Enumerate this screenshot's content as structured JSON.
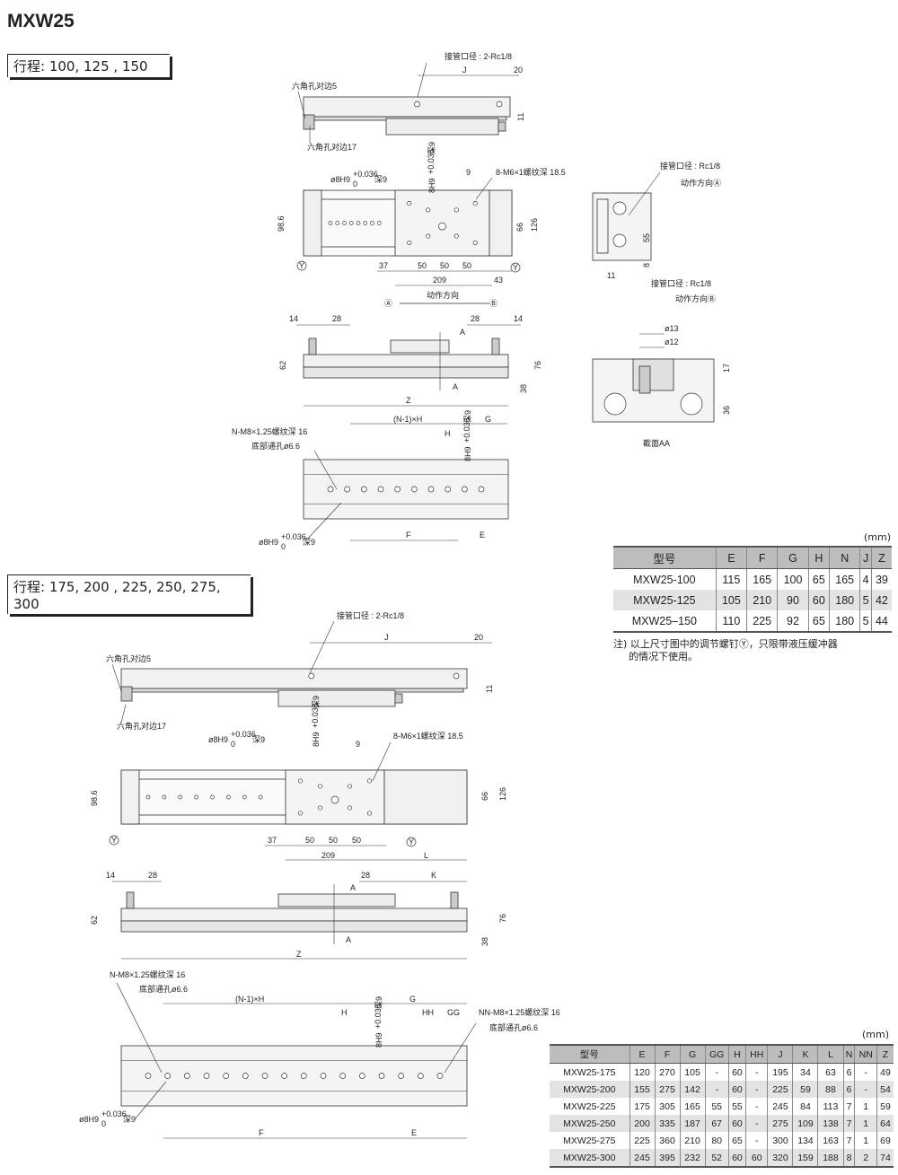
{
  "title": "MXW25",
  "stroke1": "行程: 100, 125 , 150",
  "stroke2": "行程: 175, 200 , 225, 250, 275, 300",
  "labels": {
    "port2": "接管口径 : 2-Rc1/8",
    "port1": "接管口径 : Rc1/8",
    "hex5": "六角孔对边5",
    "hex17": "六角孔对边17",
    "dir": "动作方向",
    "dirA": "动作方向Ⓐ",
    "dirB": "动作方向Ⓑ",
    "circA": "Ⓐ",
    "circB": "Ⓑ",
    "Y": "Y",
    "J": "J",
    "Z": "Z",
    "F": "F",
    "E": "E",
    "G": "G",
    "H": "H",
    "K": "K",
    "L": "L",
    "A": "A",
    "HH": "HH",
    "GG": "GG",
    "n20": "20",
    "n11": "11",
    "n9": "9",
    "n98": "98.6",
    "n66": "66",
    "n126": "126",
    "n37": "37",
    "n50": "50",
    "n209": "209",
    "n43": "43",
    "n55": "55",
    "n8": "8",
    "n14": "14",
    "n28": "28",
    "n62": "62",
    "n76": "76",
    "n38": "38",
    "d13": "ø13",
    "d12": "ø12",
    "n17": "17",
    "n36": "36",
    "sectionAA": "截面AA",
    "m6": "8-M6×1螺纹深 18.5",
    "m8": "N-M8×1.25螺纹深 16",
    "nnm8": "NN-M8×1.25螺纹深 16",
    "thru": "底部通孔ø6.6",
    "pitch": "(N-1)×H",
    "pin": "ø8H9",
    "pin_v": "8H9",
    "tol_up": "+0.036",
    "tol_lo": "0",
    "depth": "深9"
  },
  "table1": {
    "unit": "(mm)",
    "headers": [
      "型号",
      "E",
      "F",
      "G",
      "H",
      "N",
      "J",
      "Z"
    ],
    "rows": [
      [
        "MXW25-100",
        "115",
        "165",
        "100",
        "65",
        "165",
        "4",
        "39"
      ],
      [
        "MXW25-125",
        "105",
        "210",
        "90",
        "60",
        "180",
        "5",
        "42"
      ],
      [
        "MXW25–150",
        "110",
        "225",
        "92",
        "65",
        "180",
        "5",
        "44"
      ]
    ],
    "note1": "注) 以上尺寸图中的调节螺钉Ⓨ，只限带液压缓冲器",
    "note2": "的情况下使用。"
  },
  "table2": {
    "unit": "(mm)",
    "headers": [
      "型号",
      "E",
      "F",
      "G",
      "GG",
      "H",
      "HH",
      "J",
      "K",
      "L",
      "N",
      "NN",
      "Z"
    ],
    "rows": [
      [
        "MXW25-175",
        "120",
        "270",
        "105",
        "-",
        "60",
        "-",
        "195",
        "34",
        "63",
        "6",
        "-",
        "49"
      ],
      [
        "MXW25-200",
        "155",
        "275",
        "142",
        "-",
        "60",
        "-",
        "225",
        "59",
        "88",
        "6",
        "-",
        "54"
      ],
      [
        "MXW25-225",
        "175",
        "305",
        "165",
        "55",
        "55",
        "-",
        "245",
        "84",
        "113",
        "7",
        "1",
        "59"
      ],
      [
        "MXW25-250",
        "200",
        "335",
        "187",
        "67",
        "60",
        "-",
        "275",
        "109",
        "138",
        "7",
        "1",
        "64"
      ],
      [
        "MXW25-275",
        "225",
        "360",
        "210",
        "80",
        "65",
        "-",
        "300",
        "134",
        "163",
        "7",
        "1",
        "69"
      ],
      [
        "MXW25-300",
        "245",
        "395",
        "232",
        "52",
        "60",
        "60",
        "320",
        "159",
        "188",
        "8",
        "2",
        "74"
      ]
    ]
  }
}
